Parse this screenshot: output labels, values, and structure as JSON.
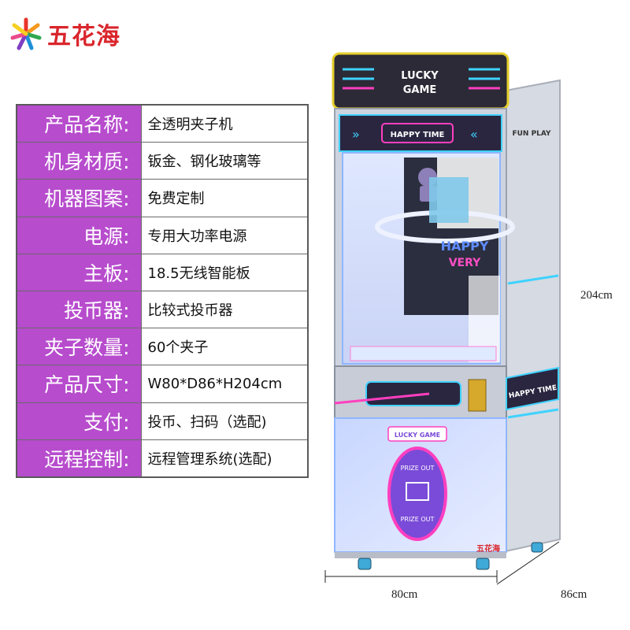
{
  "brand": {
    "name": "五花海"
  },
  "specs": [
    {
      "key": "产品名称:",
      "value": "全透明夹子机"
    },
    {
      "key": "机身材质:",
      "value": "钣金、钢化玻璃等"
    },
    {
      "key": "机器图案:",
      "value": "免费定制"
    },
    {
      "key": "电源:",
      "value": "专用大功率电源"
    },
    {
      "key": "主板:",
      "value": "18.5无线智能板"
    },
    {
      "key": "投币器:",
      "value": "比较式投币器"
    },
    {
      "key": "夹子数量:",
      "value": "60个夹子"
    },
    {
      "key": "产品尺寸:",
      "value": "W80*D86*H204cm"
    },
    {
      "key": "支付:",
      "value": "投币、扫码（选配)"
    },
    {
      "key": "远程控制:",
      "value": "远程管理系统(选配)"
    }
  ],
  "machine": {
    "top_sign": [
      "LUCKY",
      "GAME"
    ],
    "banner_center": "HAPPY TIME",
    "banner_side": "FUN PLAY",
    "backdrop": [
      "HAPPY",
      "VERY"
    ],
    "front_panel": "HAPPY TIME",
    "lower_sign": "LUCKY GAME",
    "prize_door": [
      "PRIZE OUT",
      "PRIZE OUT"
    ],
    "base_logo": "五花海",
    "colors": {
      "frame": "#c8ccd6",
      "neon_blue": "#3fd2ff",
      "neon_pink": "#ff3fbf",
      "purple": "#7a4bd8"
    }
  },
  "dimensions": {
    "height": "204cm",
    "width": "80cm",
    "depth": "86cm"
  }
}
